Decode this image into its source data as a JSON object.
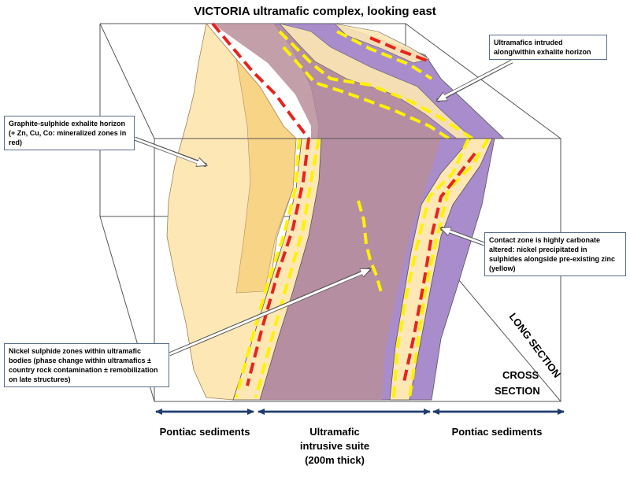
{
  "title": "VICTORIA ultramafic complex, looking east",
  "callouts": {
    "exhalite": "Graphite-sulphide exhalite horizon (+ Zn, Cu, Co: mineralized zones in red)",
    "intruded": "Ultramafics intruded along/within exhalite horizon",
    "contact": "Contact zone is highly carbonate altered: nickel precipitated in sulphides alongside pre-existing zinc (yellow)",
    "nickel": "Nickel sulphide zones within ultramafic bodies (phase change within ultramafics ± country rock contamination ± remobilization on late structures)"
  },
  "sections": {
    "long": "LONG SECTION",
    "cross_line1": "CROSS",
    "cross_line2": "SECTION"
  },
  "bottom_labels": {
    "left": "Pontiac sediments",
    "middle_line1": "Ultramafic",
    "middle_line2": "intrusive suite",
    "middle_line3": "(200m thick)",
    "right": "Pontiac sediments"
  },
  "colors": {
    "sediment": "#fde7b4",
    "sediment_dark": "#f7d17e",
    "ultramafic": "#a98ccc",
    "ultramafic_overlap": "#b78e9a",
    "mineralized_red": "#e8231c",
    "zinc_yellow": "#fff200",
    "arrow_dark": "#1f3c6e"
  }
}
